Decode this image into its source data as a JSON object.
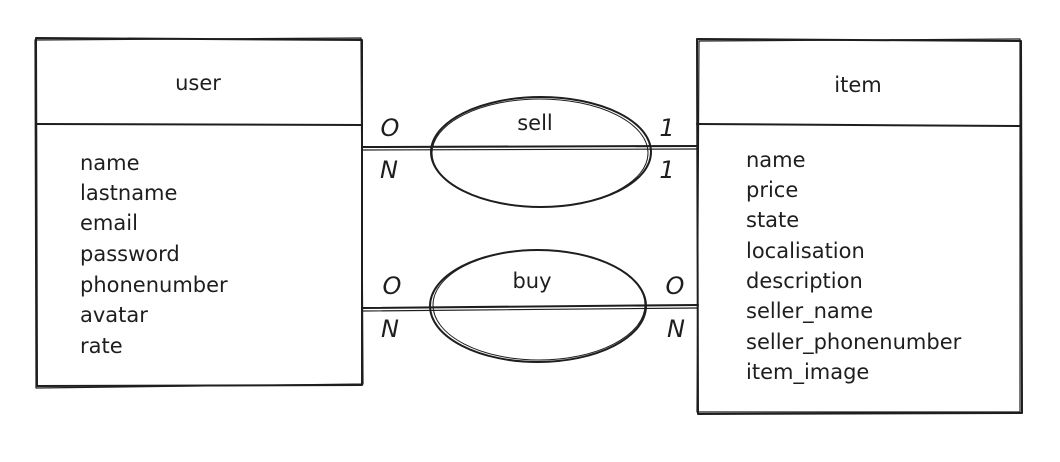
{
  "entities": {
    "user": {
      "title": "user",
      "attributes": [
        "name",
        "lastname",
        "email",
        "password",
        "phonenumber",
        "avatar",
        "rate"
      ]
    },
    "item": {
      "title": "item",
      "attributes": [
        "name",
        "price",
        "state",
        "localisation",
        "description",
        "seller_name",
        "seller_phonenumber",
        "item_image"
      ]
    }
  },
  "relationships": {
    "sell": {
      "label": "sell",
      "left_top": "O",
      "left_bottom": "N",
      "right_top": "1",
      "right_bottom": "1"
    },
    "buy": {
      "label": "buy",
      "left_top": "O",
      "left_bottom": "N",
      "right_top": "O",
      "right_bottom": "N"
    }
  },
  "colors": {
    "stroke": "#1e1e1e",
    "background": "#ffffff"
  }
}
